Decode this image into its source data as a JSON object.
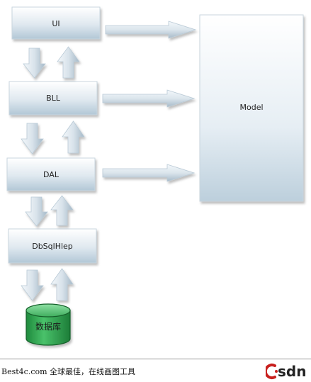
{
  "nodes": {
    "ui": "UI",
    "bll": "BLL",
    "dal": "DAL",
    "helper": "DbSqlHlep",
    "model": "Model",
    "database": "数据库"
  },
  "footer": {
    "text": "Best4c.com 全球最佳，在线画图工具",
    "logo": "Csdn"
  },
  "colors": {
    "box_top": "#ffffff",
    "box_bottom": "#b4c9d7",
    "arrow_light": "#f2f6f9",
    "arrow_dark": "#a9bccb",
    "database_green": "#3fae5e",
    "database_dark": "#1e7a3a"
  }
}
